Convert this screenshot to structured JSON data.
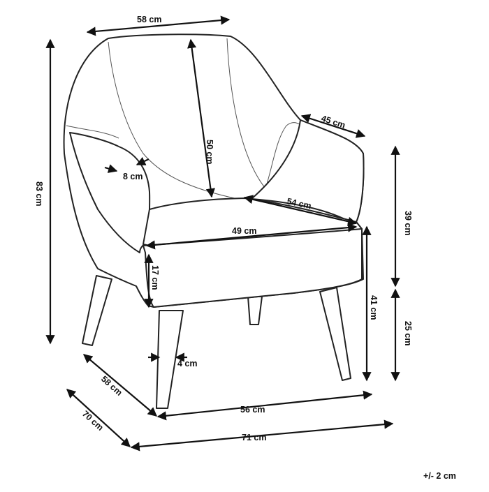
{
  "diagram": {
    "dimensions": [
      {
        "id": "back-top-width",
        "label": "58 cm"
      },
      {
        "id": "back-height",
        "label": "50 cm"
      },
      {
        "id": "total-height",
        "label": "83 cm"
      },
      {
        "id": "arm-depth",
        "label": "45 cm"
      },
      {
        "id": "arm-thickness",
        "label": "8 cm"
      },
      {
        "id": "seat-depth",
        "label": "54 cm"
      },
      {
        "id": "seat-width",
        "label": "49 cm"
      },
      {
        "id": "arm-height-above-seat",
        "label": "39 cm"
      },
      {
        "id": "cushion-thickness",
        "label": "17 cm"
      },
      {
        "id": "seat-height",
        "label": "41 cm"
      },
      {
        "id": "leg-height",
        "label": "25 cm"
      },
      {
        "id": "leg-width",
        "label": "4 cm"
      },
      {
        "id": "legs-depth",
        "label": "58 cm"
      },
      {
        "id": "legs-width",
        "label": "56 cm"
      },
      {
        "id": "total-depth",
        "label": "70 cm"
      },
      {
        "id": "total-width",
        "label": "71 cm"
      }
    ],
    "tolerance": "+/- 2 cm"
  }
}
